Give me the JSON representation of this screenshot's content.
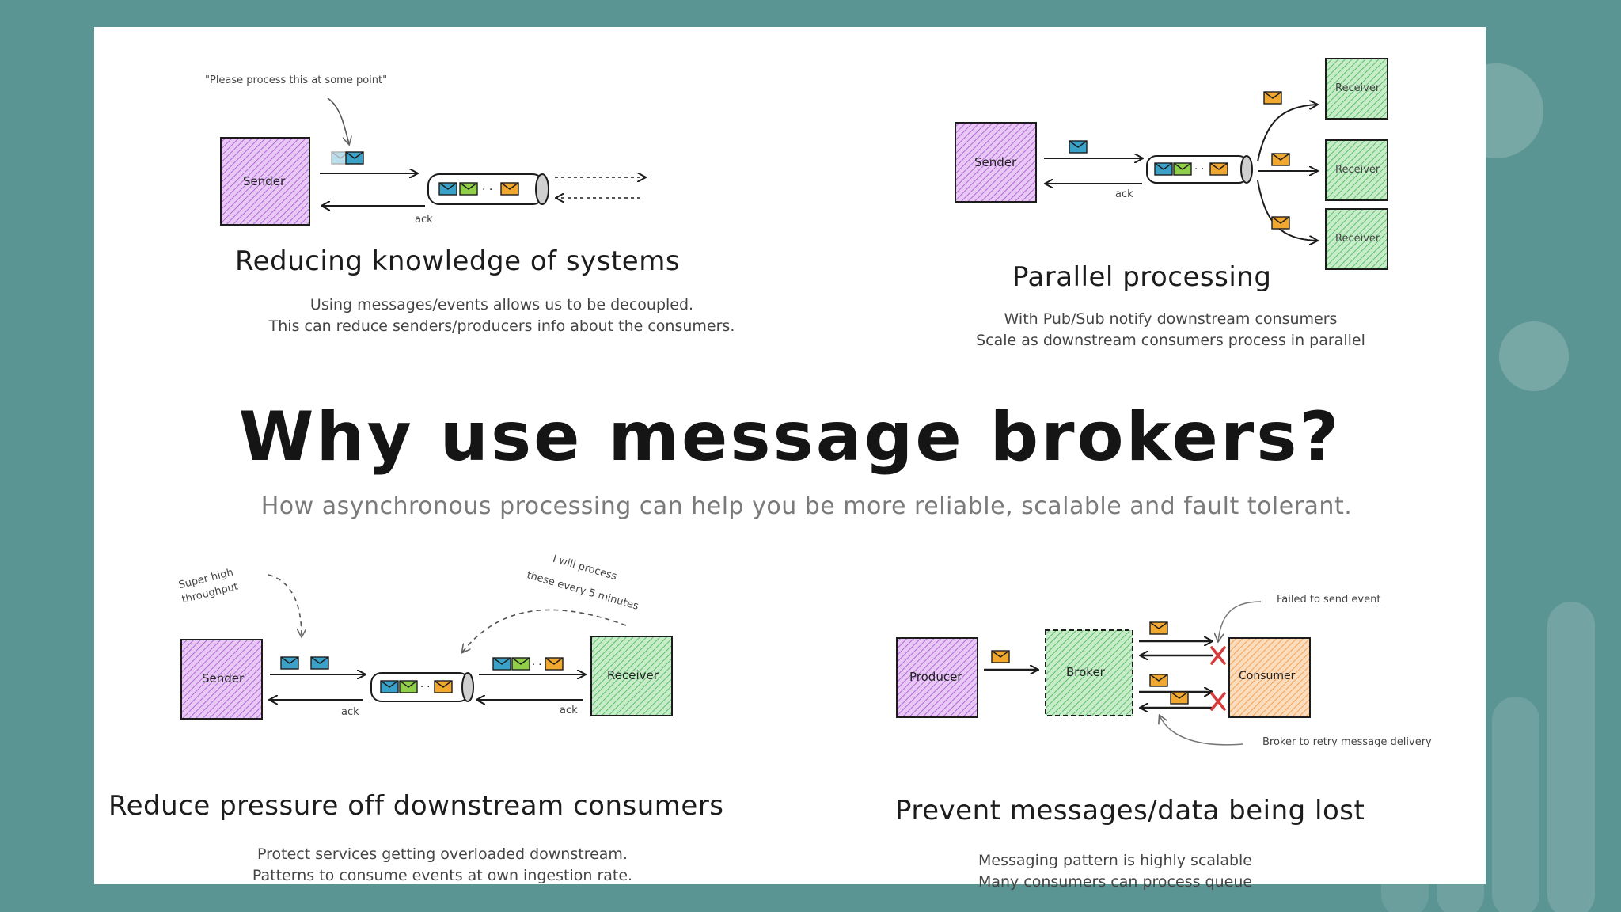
{
  "title": "Why use message brokers?",
  "subtitle": "How asynchronous processing can help you be more reliable, scalable and fault tolerant.",
  "sections": {
    "knowledge": {
      "title": "Reducing knowledge of systems",
      "line1": "Using messages/events allows us to be decoupled.",
      "line2": "This can reduce senders/producers info about the consumers.",
      "note": "\"Please process this at some point\"",
      "sender": "Sender",
      "ack": "ack"
    },
    "parallel": {
      "title": "Parallel processing",
      "line1": "With Pub/Sub notify downstream consumers",
      "line2": "Scale as downstream consumers process in parallel",
      "sender": "Sender",
      "ack": "ack",
      "receivers": [
        "Receiver",
        "Receiver",
        "Receiver"
      ]
    },
    "pressure": {
      "title": "Reduce pressure off downstream consumers",
      "line1": "Protect services getting overloaded downstream.",
      "line2": "Patterns to consume events at own ingestion rate.",
      "note_left_1": "Super high",
      "note_left_2": "throughput",
      "note_right_1": "I will process",
      "note_right_2": "these every 5 minutes",
      "sender": "Sender",
      "receiver": "Receiver",
      "ack_left": "ack",
      "ack_right": "ack"
    },
    "lost": {
      "title": "Prevent messages/data being lost",
      "line1": "Messaging pattern is highly scalable",
      "line2": "Many consumers can process queue",
      "producer": "Producer",
      "broker": "Broker",
      "consumer": "Consumer",
      "note_top": "Failed to send event",
      "note_bottom": "Broker to retry message delivery"
    }
  },
  "colors": {
    "background": "#5b9593",
    "sender_purple": "#d8a6ec",
    "receiver_green": "#9fdfa6",
    "consumer_orange": "#f6c08c",
    "msg_blue": "#3aa2c9",
    "msg_green": "#8fcf4a",
    "msg_yellow": "#f0a830",
    "fail_red": "#d63a3a"
  }
}
